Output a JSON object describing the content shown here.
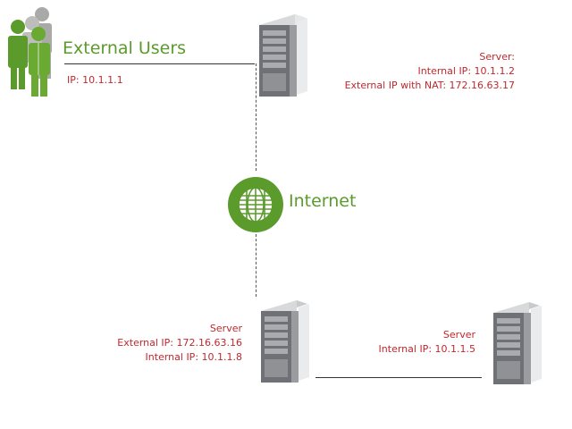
{
  "external_users": {
    "title": "External Users",
    "ip": "IP: 10.1.1.1"
  },
  "internet": {
    "label": "Internet"
  },
  "server_top": {
    "lines": [
      "Server:",
      "Internal IP: 10.1.1.2",
      "External IP with NAT: 172.16.63.17"
    ]
  },
  "server_bottom_left": {
    "lines": [
      "Server",
      "External IP: 172.16.63.16",
      "Internal IP: 10.1.1.8"
    ]
  },
  "server_bottom_right": {
    "lines": [
      "Server",
      "Internal IP: 10.1.1.5"
    ]
  },
  "colors": {
    "green": "#5b9b2c",
    "red": "#c0282e",
    "server_grey": "#6f7176"
  },
  "icons": [
    "users-icon",
    "server-icon",
    "globe-icon"
  ]
}
